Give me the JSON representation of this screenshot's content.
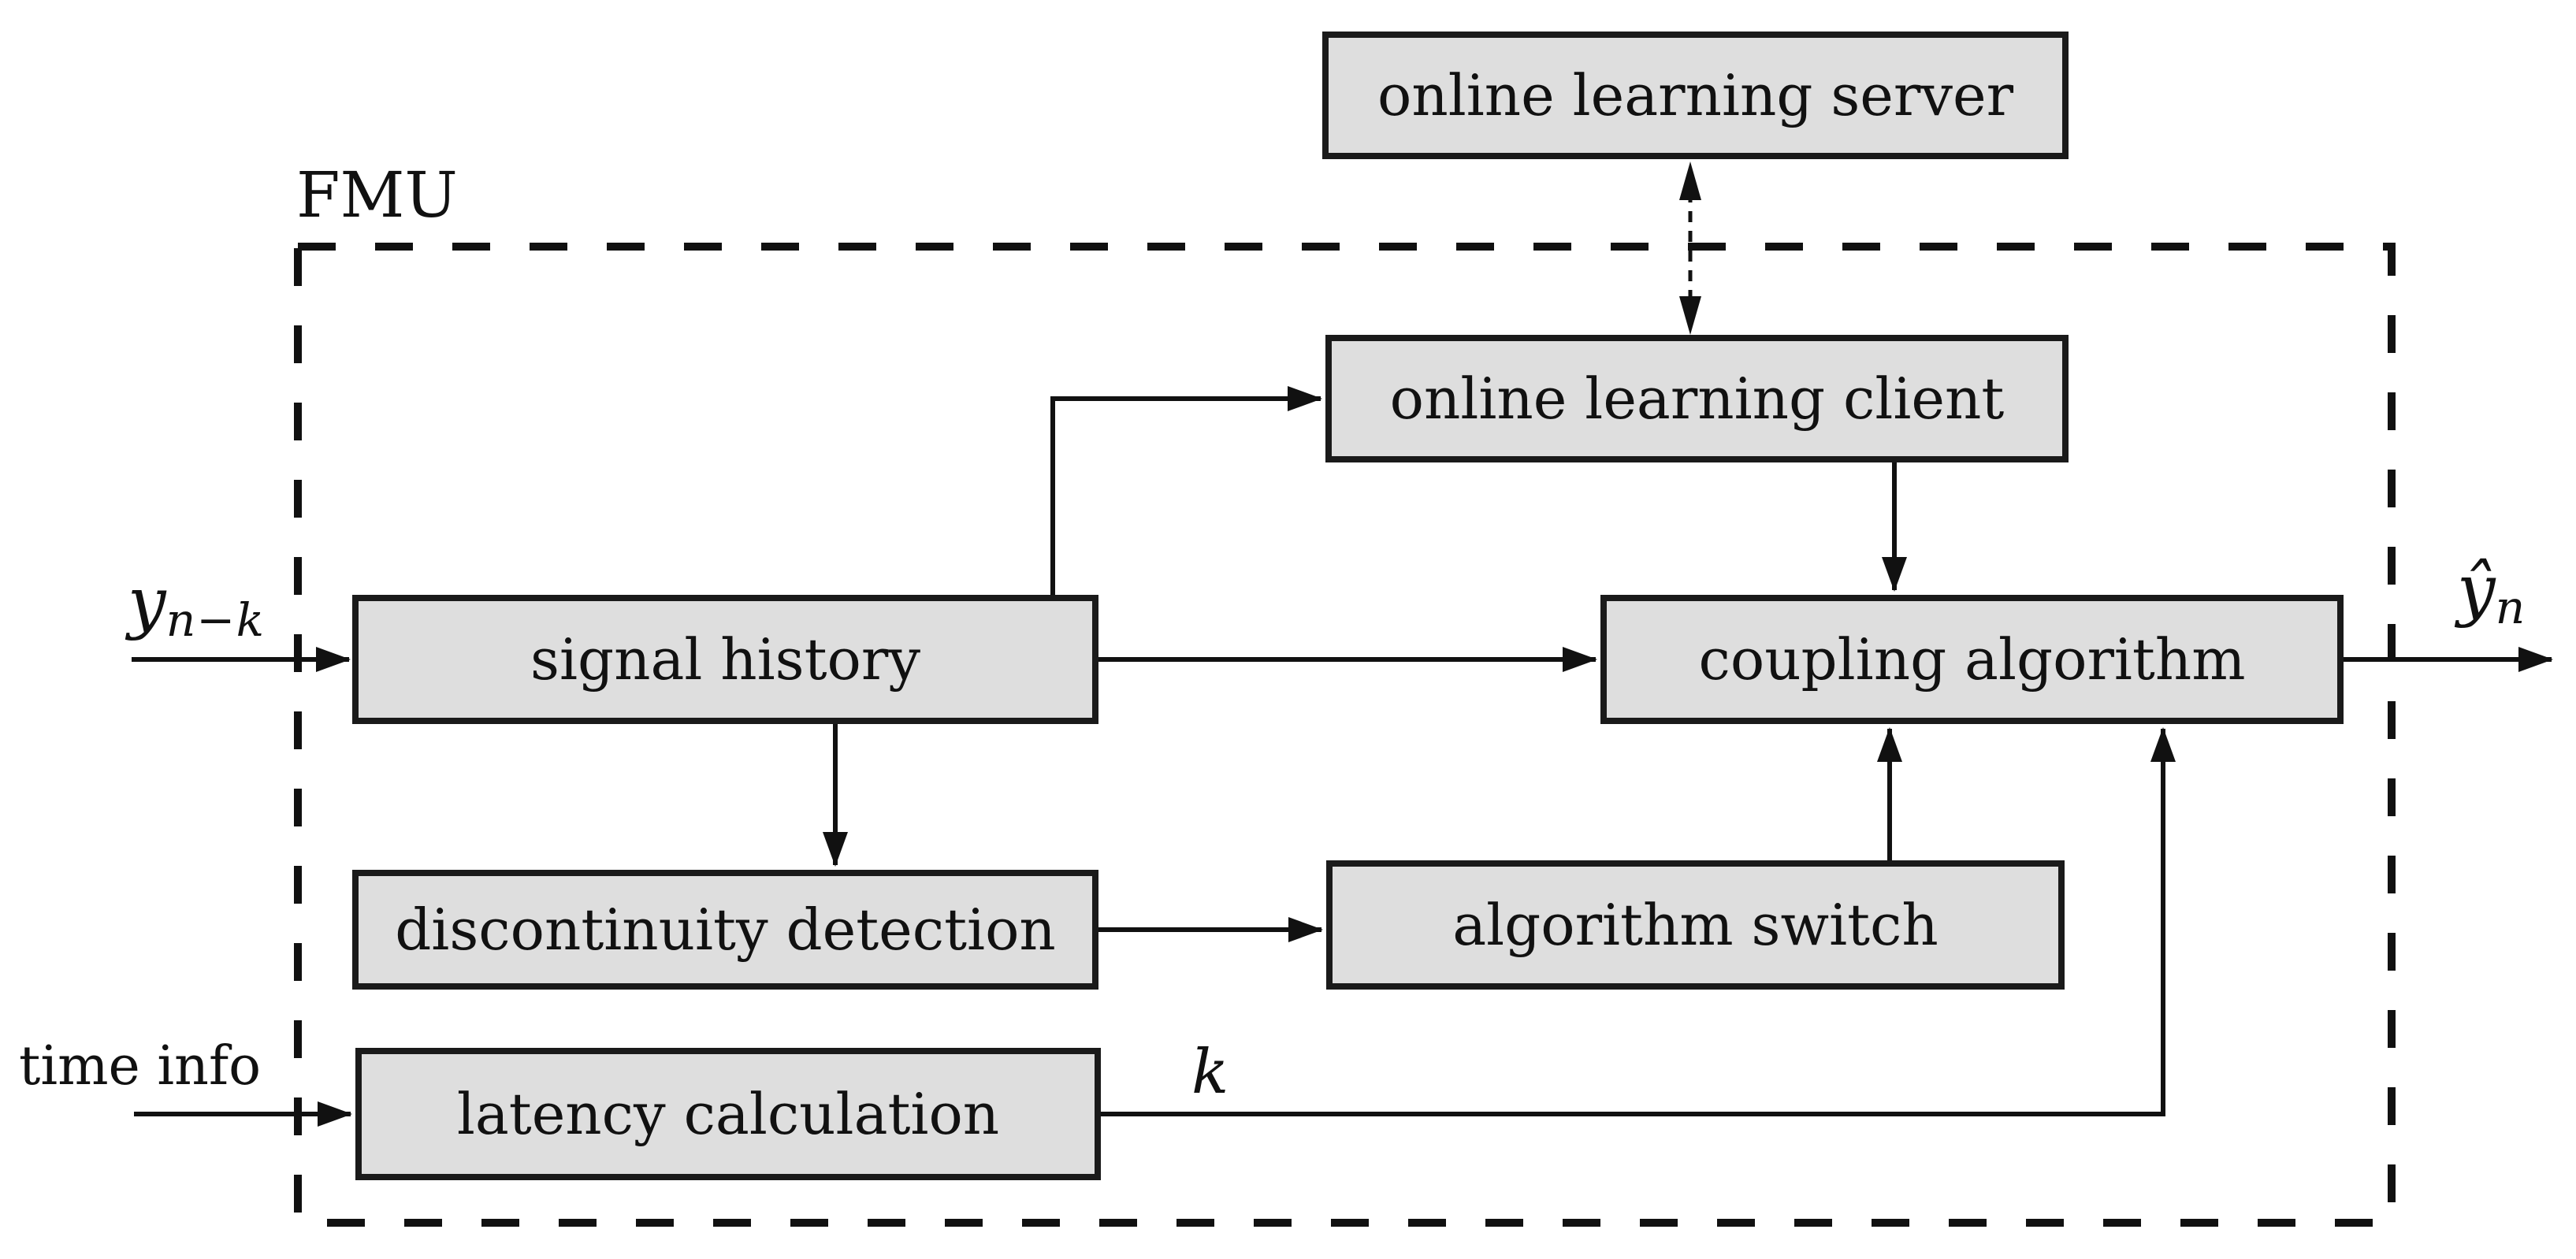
{
  "diagram": {
    "region_label": "FMU",
    "boxes": {
      "server": {
        "label": "online learning server"
      },
      "client": {
        "label": "online learning client"
      },
      "signal": {
        "label": "signal history"
      },
      "coupling": {
        "label": "coupling algorithm"
      },
      "discont": {
        "label": "discontinuity detection"
      },
      "switch": {
        "label": "algorithm switch"
      },
      "latency": {
        "label": "latency calculation"
      }
    },
    "labels": {
      "input_main": "y",
      "input_sub": "n−k",
      "output_main": "ŷ",
      "output_sub": "n",
      "latency_k": "k",
      "time_info": "time info"
    },
    "colors": {
      "background": "#ffffff",
      "box_fill": "#dedede",
      "box_border": "#1a1a1a",
      "line": "#111111",
      "text": "#111111"
    }
  }
}
